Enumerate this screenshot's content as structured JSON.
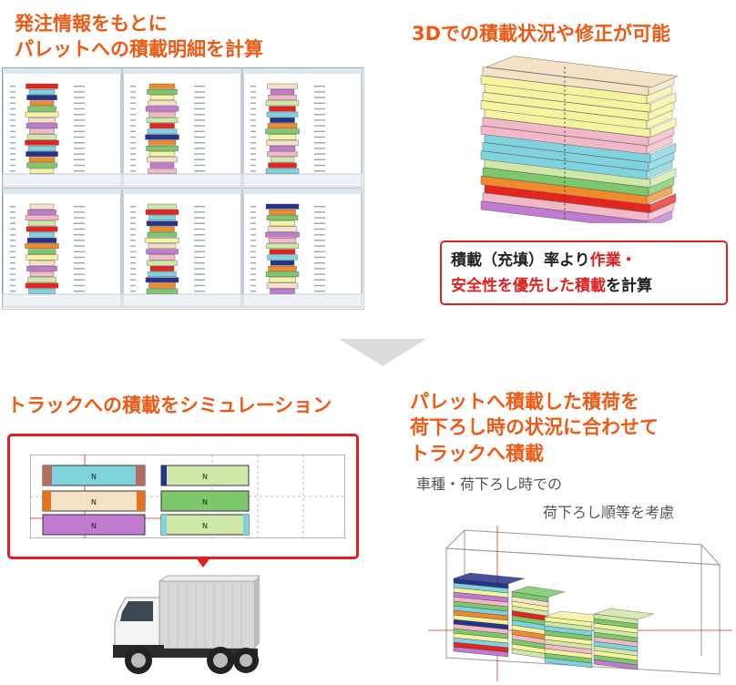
{
  "headings": {
    "calc_line1": "発注情報をもとに",
    "calc_line2": "パレットへの積載明細を計算",
    "view3d": "3Dでの積載状況や修正が可能",
    "sim": "トラックへの積載をシミュレーション",
    "load_line1": "パレットへ積載した積荷を",
    "load_line2": "荷下ろし時の状況に合わせて",
    "load_line3": "トラックへ積載"
  },
  "callout": {
    "p1": "積載（充填）率より",
    "p2": "作業・",
    "p3": "安全性を優先した積載",
    "p4": "を計算"
  },
  "subtext": {
    "line1": "車種・荷下ろし時での",
    "line2": "荷下ろし順等を考慮"
  },
  "truck_layout": {
    "pallet_label": "N"
  },
  "colors": {
    "accent": "#ee5a14",
    "callout_border": "#e02020",
    "yellow": "#f5f3a0",
    "pink": "#f2b8c8",
    "cyan": "#7fd3de",
    "green": "#7cc86a",
    "purple": "#c07ad0",
    "red": "#e6231c",
    "orange": "#f08a2a",
    "beige": "#f5e2c6",
    "lightgreen": "#cfe8a8",
    "navy": "#26338a"
  },
  "icons": [
    "truck-icon",
    "down-arrow-icon"
  ]
}
